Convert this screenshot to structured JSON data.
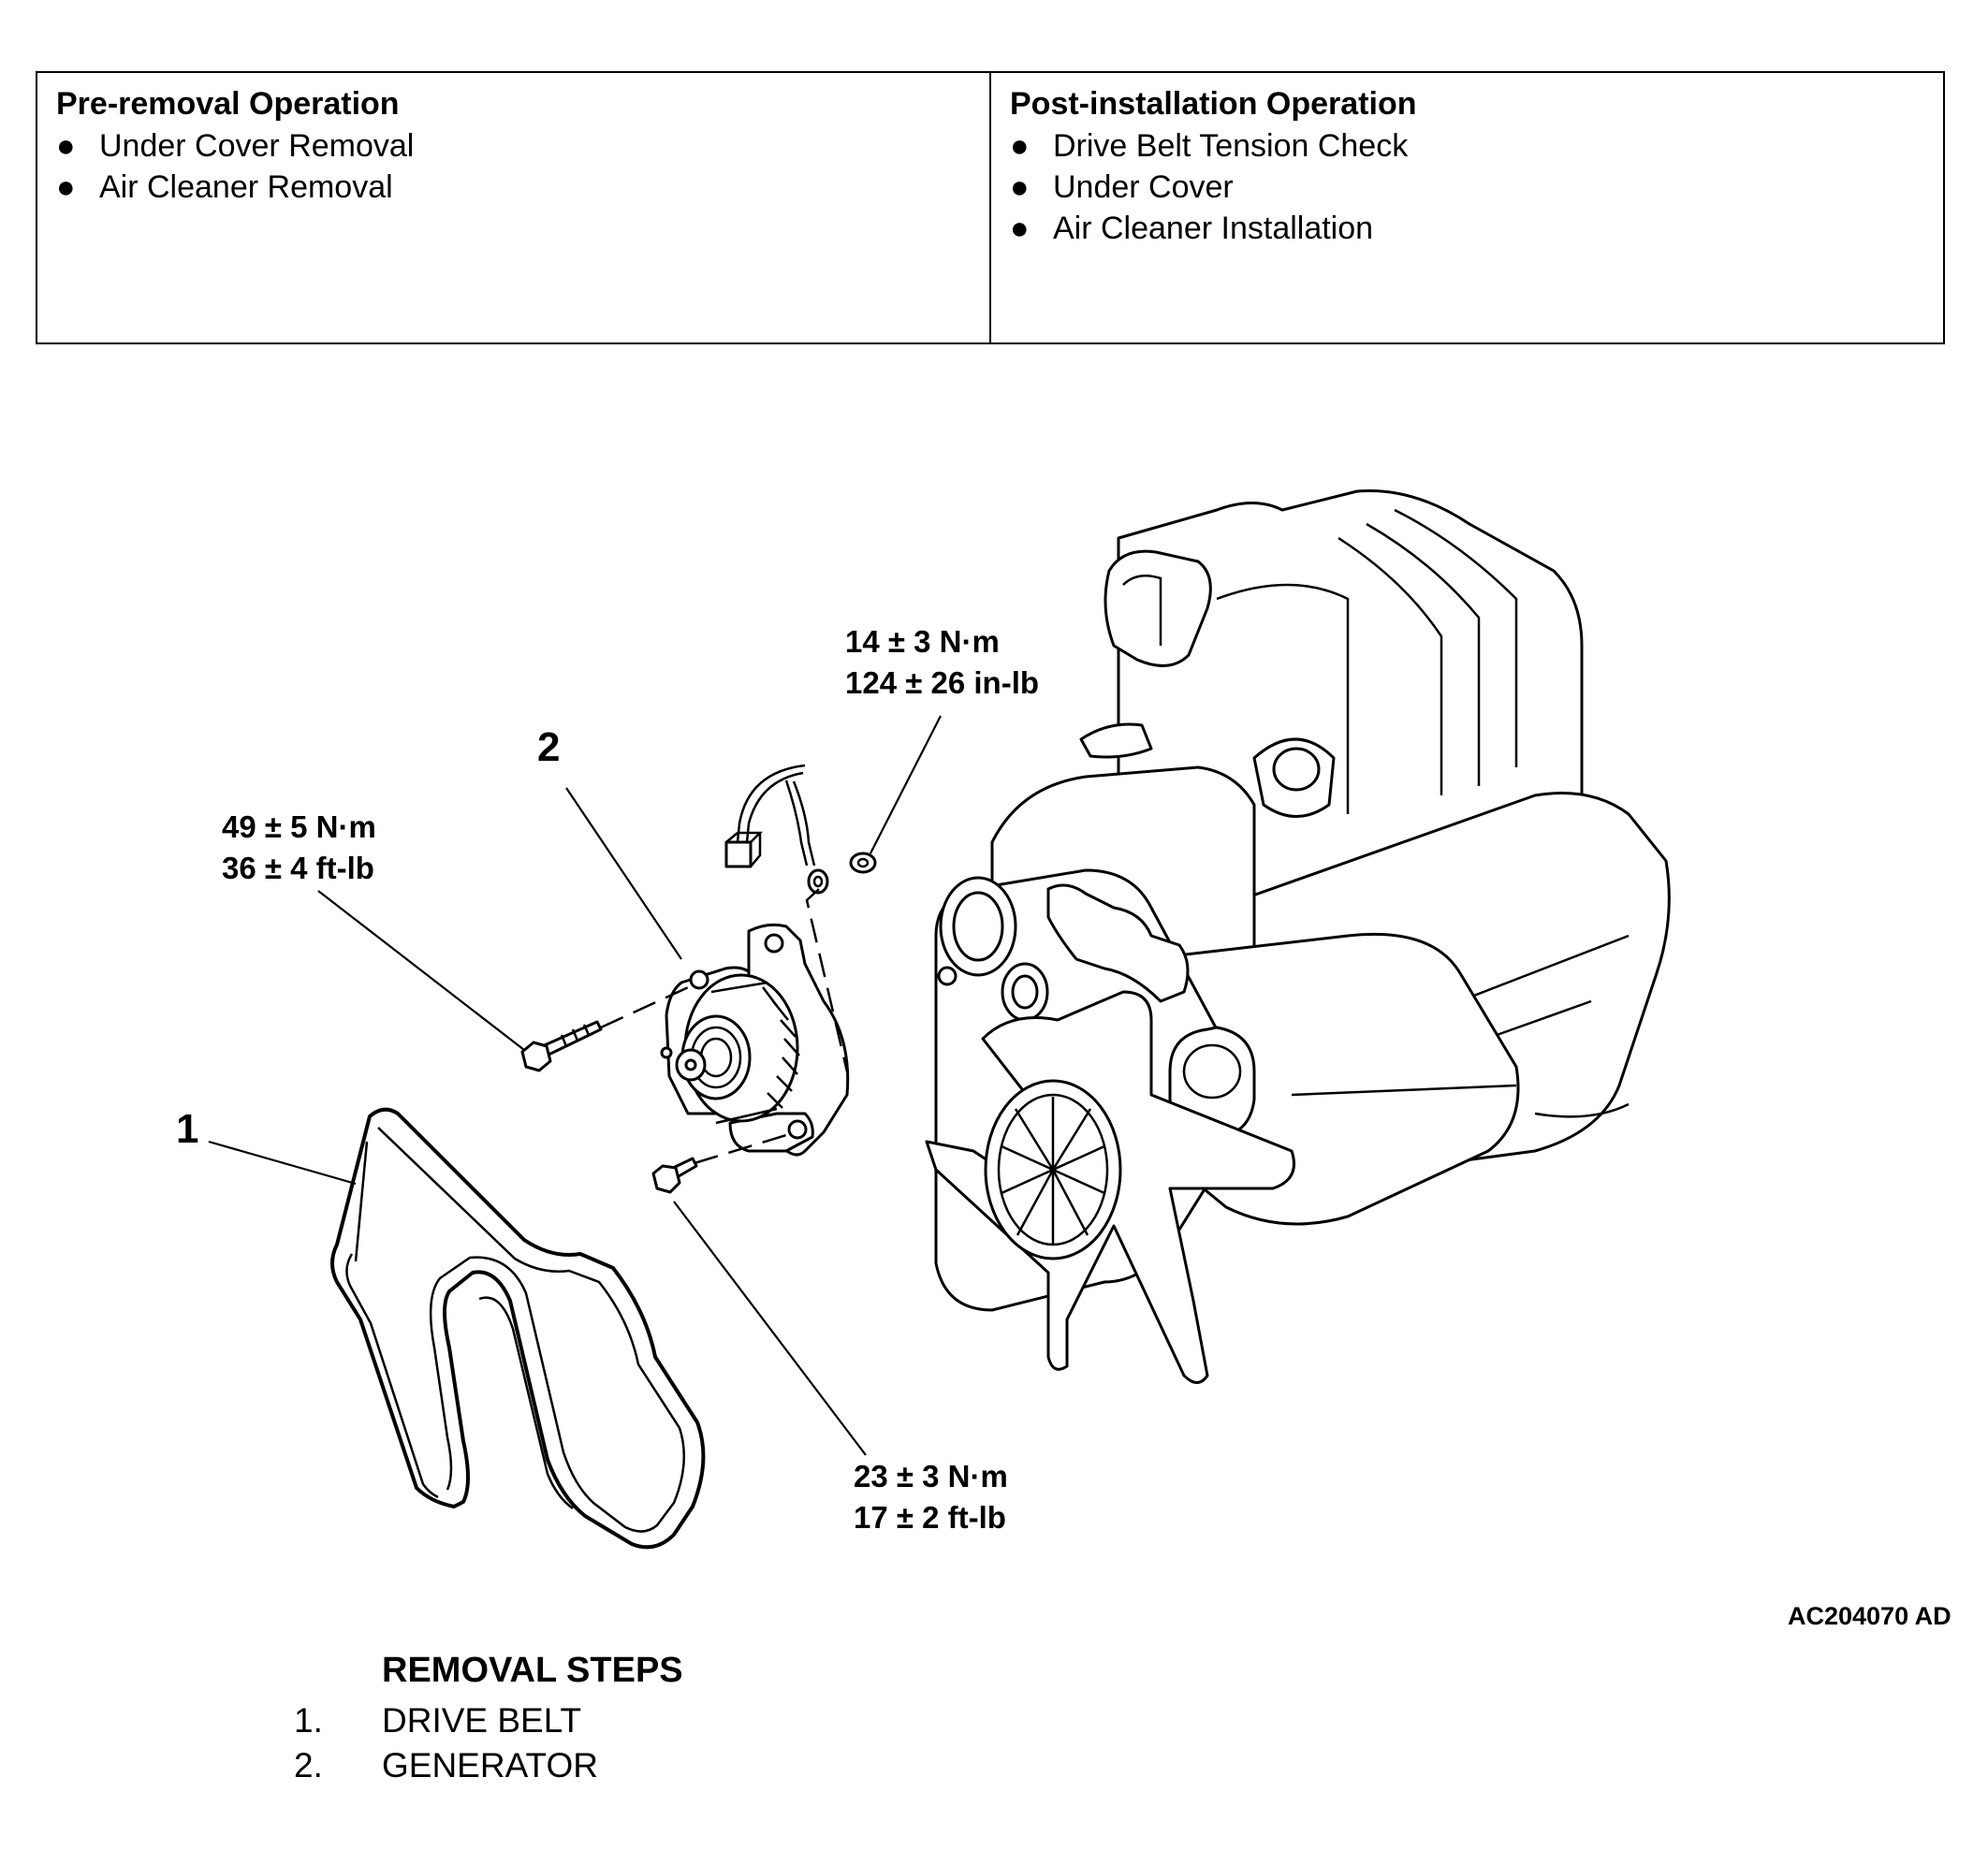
{
  "pre_removal": {
    "title": "Pre-removal Operation",
    "items": [
      "Under Cover Removal",
      "Air Cleaner Removal"
    ]
  },
  "post_installation": {
    "title": "Post-installation Operation",
    "items": [
      "Drive Belt Tension Check",
      "Under Cover",
      "Air Cleaner Installation"
    ]
  },
  "callouts": {
    "drive_belt": "1",
    "generator": "2"
  },
  "torques": {
    "terminal_nut": {
      "metric": "14 ± 3 N·m",
      "imperial": "124 ± 26 in-lb"
    },
    "upper_bolt": {
      "metric": "49 ± 5 N·m",
      "imperial": "36 ± 4 ft-lb"
    },
    "lower_bolt": {
      "metric": "23 ± 3 N·m",
      "imperial": "17 ± 2 ft-lb"
    }
  },
  "figure_id": "AC204070 AD",
  "removal_steps": {
    "title": "REMOVAL STEPS",
    "steps": [
      {
        "num": "1.",
        "label": "DRIVE BELT"
      },
      {
        "num": "2.",
        "label": "GENERATOR"
      }
    ]
  }
}
